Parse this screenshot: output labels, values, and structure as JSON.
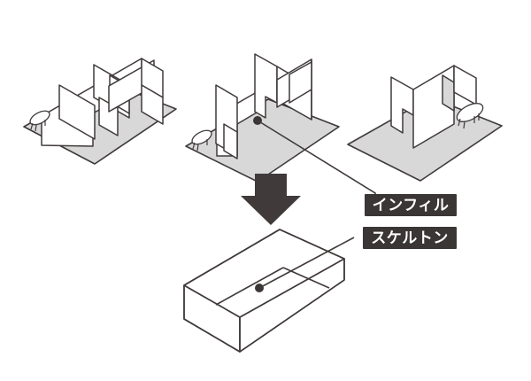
{
  "figure": {
    "title": "",
    "background_color": "#ffffff",
    "line_color": "#403a3a",
    "floor_fill_color": "#d8d8d8",
    "wall_fill_color": "#ffffff",
    "label_background_color": "#3b3636",
    "label_text_color": "#ffffff"
  },
  "labels": {
    "infill": "インフィル",
    "skeleton": "スケルトン"
  },
  "units": [
    {
      "id": "unit-1",
      "name": "unit-plan-variant-1",
      "description": "isometric floor plate with multiple interior partition walls and a bathtub fixture at the left",
      "fixture": "bathtub",
      "wall_count": 6
    },
    {
      "id": "unit-2",
      "name": "unit-plan-variant-2",
      "description": "isometric floor plate with fewer interior partition walls, bathtub at left, marker dot for infill callout",
      "fixture": "bathtub",
      "wall_count": 5,
      "has_callout_dot": true
    },
    {
      "id": "unit-3",
      "name": "unit-plan-variant-3",
      "description": "isometric floor plate with two partition walls and a bathtub fixture at the right",
      "fixture": "bathtub",
      "wall_count": 3
    }
  ],
  "arrow": {
    "name": "down-arrow",
    "direction": "down"
  },
  "skeleton_box": {
    "name": "empty-skeleton-box",
    "description": "open rectangular box shell representing the building skeleton, drawn in isometric with no interior partitions",
    "has_callout_dot": true
  }
}
